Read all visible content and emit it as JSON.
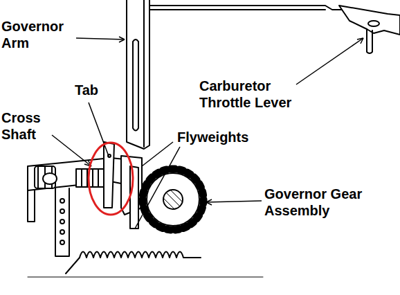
{
  "diagram": {
    "labels": [
      "Governor Arm",
      "Tab",
      "Cross Shaft",
      "Flyweights",
      "Carburetor Throttle Lever",
      "Governor Gear Assembly"
    ]
  }
}
